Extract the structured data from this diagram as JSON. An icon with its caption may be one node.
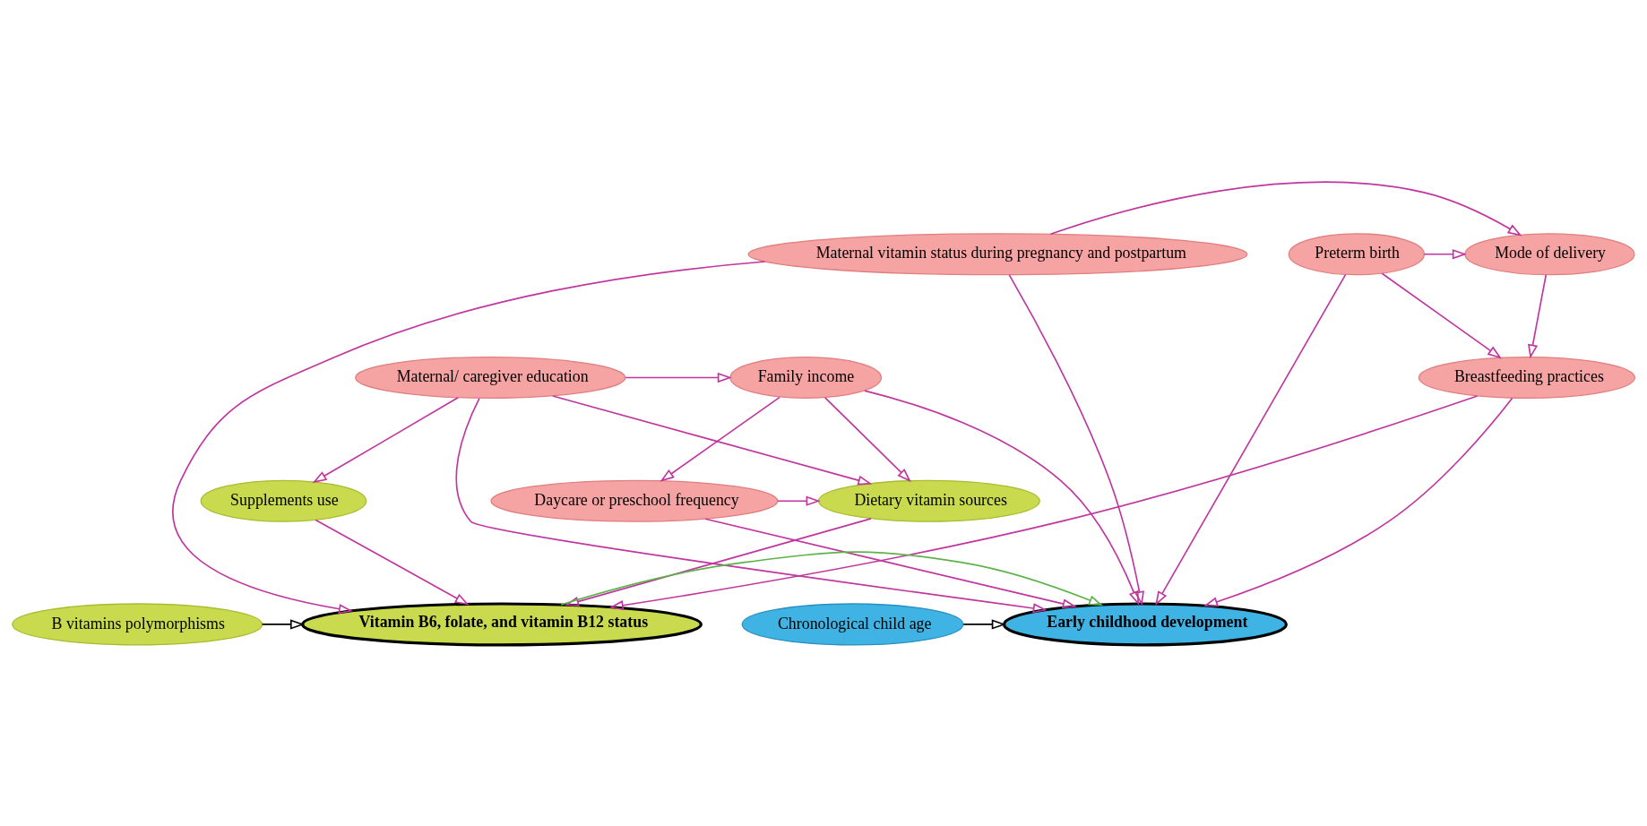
{
  "diagram": {
    "nodes": [
      {
        "text": [
          "Maternal vitamin status during pregnancy and postpartum"
        ]
      },
      {
        "text": [
          "Mode of delivery"
        ]
      },
      {
        "text": [
          "Preterm birth"
        ]
      },
      {
        "text": [
          "Breastfeeding practices"
        ]
      },
      {
        "text": [
          "Maternal/ caregiver education"
        ]
      },
      {
        "text": [
          "Family income"
        ]
      },
      {
        "text": [
          "Daycare or preschool frequency"
        ]
      },
      {
        "text": [
          "Dietary vitamin sources"
        ]
      },
      {
        "text": [
          "Supplements use"
        ]
      },
      {
        "text": [
          "Vitamin B6, folate, and vitamin B12 status"
        ]
      },
      {
        "text": [
          "B vitamins polymorphisms"
        ]
      },
      {
        "text": [
          "Chronological child age"
        ]
      },
      {
        "text": [
          "Early childhood development"
        ]
      }
    ],
    "edges": [
      {
        "from": 0,
        "to": 1,
        "arrow": "to"
      },
      {
        "from": 2,
        "to": 1,
        "arrow": "to"
      },
      {
        "from": 0,
        "to": 12,
        "arrow": "to"
      },
      {
        "from": 0,
        "to": 9,
        "arrow": "to"
      },
      {
        "from": 1,
        "to": 3,
        "arrow": "to"
      },
      {
        "from": 2,
        "to": 3,
        "arrow": "to"
      },
      {
        "from": 2,
        "to": 12,
        "arrow": "to"
      },
      {
        "from": 4,
        "to": 5,
        "arrow": "to"
      },
      {
        "from": 4,
        "to": 7,
        "arrow": "to"
      },
      {
        "from": 4,
        "to": 8,
        "arrow": "to"
      },
      {
        "from": 4,
        "to": 12,
        "arrow": "to"
      },
      {
        "from": 5,
        "to": 7,
        "arrow": "to"
      },
      {
        "from": 5,
        "to": 6,
        "arrow": "to"
      },
      {
        "from": 5,
        "to": 12,
        "arrow": "to"
      },
      {
        "from": 3,
        "to": 9,
        "arrow": "to"
      },
      {
        "from": 3,
        "to": 12,
        "arrow": "to"
      },
      {
        "from": 6,
        "to": 7,
        "arrow": "to"
      },
      {
        "from": 6,
        "to": 12,
        "arrow": "to"
      },
      {
        "from": 7,
        "to": 9,
        "arrow": "to"
      },
      {
        "from": 8,
        "to": 9,
        "arrow": "to"
      },
      {
        "from": 9,
        "to": 12,
        "arrow": "to",
        "color": "#5db34a"
      },
      {
        "from": 10,
        "to": 9,
        "arrow": "to",
        "color": "#000000"
      },
      {
        "from": 11,
        "to": 12,
        "arrow": "to",
        "color": "#000000"
      }
    ]
  }
}
